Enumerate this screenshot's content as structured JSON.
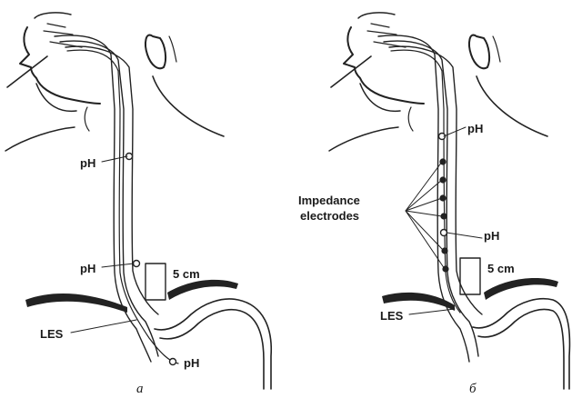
{
  "panel_a": {
    "caption": "а",
    "labels": {
      "ph_upper": "pH",
      "ph_middle": "pH",
      "ph_lower": "pH",
      "distance": "5 cm",
      "les": "LES"
    }
  },
  "panel_b": {
    "caption": "б",
    "labels": {
      "ph_upper": "pH",
      "impedance_line1": "Impedance",
      "impedance_line2": "electrodes",
      "ph_middle": "pH",
      "distance": "5 cm",
      "les": "LES"
    }
  }
}
